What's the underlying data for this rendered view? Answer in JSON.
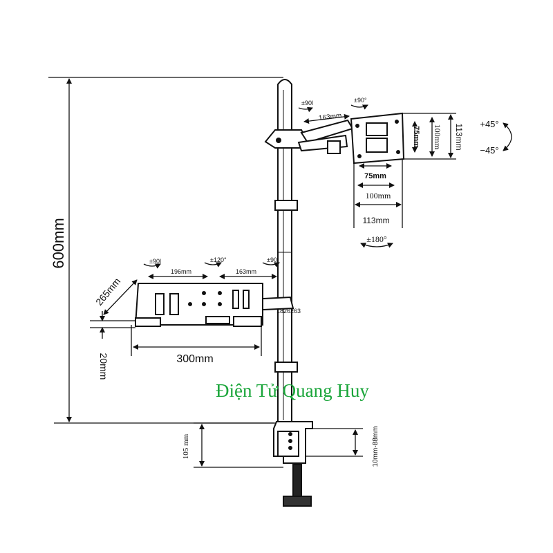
{
  "dims": {
    "total_height": "600mm",
    "pole_arm": "163mm",
    "tilt_small": "±90°",
    "swivel": "±90l",
    "vesa_75_h": "75mm",
    "vesa_100_h": "100mm",
    "vesa_113_h": "113mm",
    "vesa_75_w": "75mm",
    "vesa_100_w": "100mm",
    "vesa_113_w": "113mm",
    "tilt_up": "+45°",
    "tilt_down": "−45°",
    "rotate": "±180°",
    "tray_swivel_left": "±90l",
    "tray_swivel_mid": "±120°",
    "tray_swivel_right": "±90l",
    "tray_arm1": "196mm",
    "tray_arm2": "163mm",
    "tray_depth": "265mm",
    "tray_width": "300mm",
    "tray_lip": "20mm",
    "model_code": "1826263",
    "clamp_height": "105 mm",
    "desk_thickness": "10mm-88mm"
  },
  "watermark": "Điện Tử Quang Huy",
  "colors": {
    "line": "#111111",
    "watermark": "#1aa53a"
  }
}
